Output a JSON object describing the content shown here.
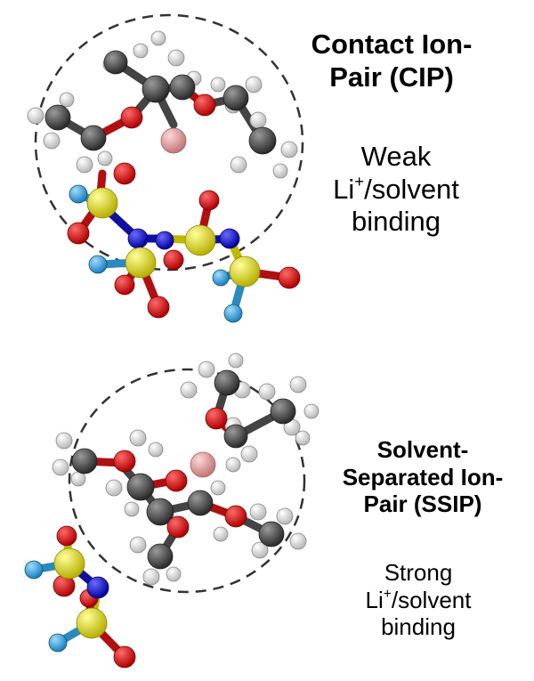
{
  "cip": {
    "title_line1": "Contact Ion-",
    "title_line2": "Pair (CIP)",
    "desc_line1": "Weak",
    "desc_line2_pre": "Li",
    "desc_line2_sup": "+",
    "desc_line2_post": "/solvent",
    "desc_line3": "binding"
  },
  "ssip": {
    "title_line1": "Solvent-",
    "title_line2": "Separated Ion-",
    "title_line3": "Pair (SSIP)",
    "desc_line1": "Strong",
    "desc_line2_pre": "Li",
    "desc_line2_sup": "+",
    "desc_line2_post": "/solvent",
    "desc_line3": "binding"
  },
  "atom_colors": {
    "carbon": "#3a3a3a",
    "hydrogen": "#f2f2f2",
    "oxygen": "#d40000",
    "sulfur": "#e8e000",
    "nitrogen": "#0b0bd0",
    "fluorine": "#2fa3e0",
    "lithium": "#e8a0a0"
  }
}
